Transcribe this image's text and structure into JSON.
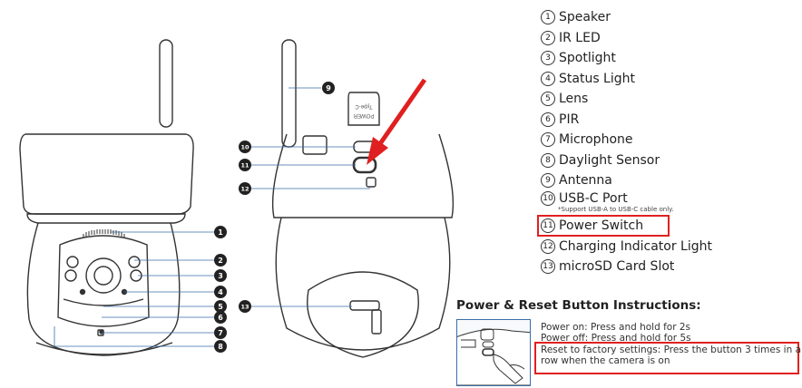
{
  "callouts": [
    "1",
    "2",
    "3",
    "4",
    "5",
    "6",
    "7",
    "8",
    "9",
    "10",
    "11",
    "12",
    "13"
  ],
  "port_text": {
    "line1": "Type-C",
    "line2": "POWER"
  },
  "legend": [
    {
      "num": "1",
      "label": "Speaker"
    },
    {
      "num": "2",
      "label": "IR LED"
    },
    {
      "num": "3",
      "label": "Spotlight"
    },
    {
      "num": "4",
      "label": "Status Light"
    },
    {
      "num": "5",
      "label": "Lens"
    },
    {
      "num": "6",
      "label": "PIR"
    },
    {
      "num": "7",
      "label": "Microphone"
    },
    {
      "num": "8",
      "label": "Daylight Sensor"
    },
    {
      "num": "9",
      "label": "Antenna"
    },
    {
      "num": "10",
      "label": "USB-C Port",
      "note": "*Support USB-A to USB-C cable only."
    },
    {
      "num": "11",
      "label": "Power Switch",
      "highlight": true
    },
    {
      "num": "12",
      "label": "Charging Indicator Light"
    },
    {
      "num": "13",
      "label": "microSD Card Slot"
    }
  ],
  "instructions": {
    "title": "Power & Reset Button Instructions:",
    "power_on": "Power on: Press and hold for 2s",
    "power_off": "Power off: Press and hold for 5s",
    "reset_line1": "Reset to factory settings: Press the button 3 times in a",
    "reset_line2": "row when the camera is on"
  },
  "colors": {
    "highlight": "#e02020",
    "leader": "#3a6ea8",
    "outline": "#333333"
  }
}
